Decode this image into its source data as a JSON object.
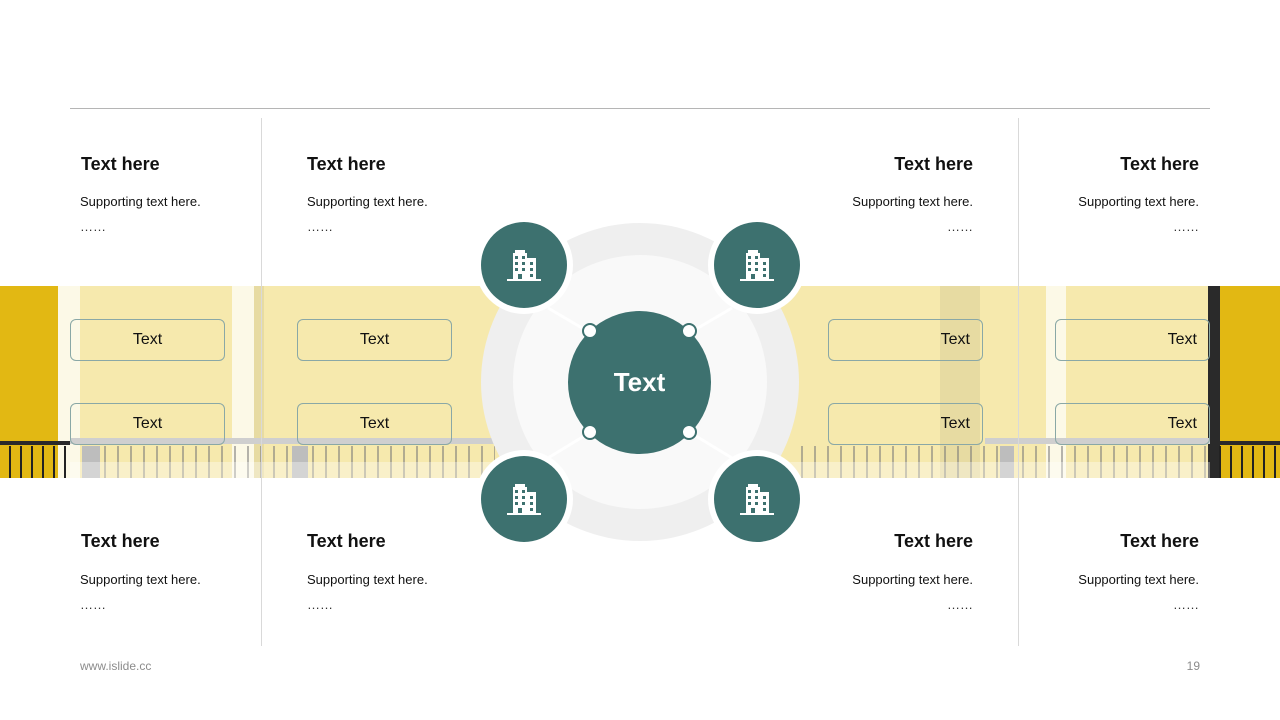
{
  "blocks": {
    "top": [
      {
        "title": "Text here",
        "support": "Supporting  text here.",
        "dots": "……"
      },
      {
        "title": "Text here",
        "support": "Supporting  text here.",
        "dots": "……"
      },
      {
        "title": "Text here",
        "support": "Supporting  text here.",
        "dots": "……"
      },
      {
        "title": "Text here",
        "support": "Supporting  text here.",
        "dots": "……"
      }
    ],
    "bottom": [
      {
        "title": "Text here",
        "support": "Supporting  text here.",
        "dots": "……"
      },
      {
        "title": "Text here",
        "support": "Supporting  text here.",
        "dots": "……"
      },
      {
        "title": "Text here",
        "support": "Supporting  text here.",
        "dots": "……"
      },
      {
        "title": "Text here",
        "support": "Supporting  text here.",
        "dots": "……"
      }
    ]
  },
  "pills": [
    "Text",
    "Text",
    "Text",
    "Text",
    "Text",
    "Text",
    "Text",
    "Text"
  ],
  "center": {
    "label": "Text"
  },
  "icons": {
    "node": "building-icon"
  },
  "footer": {
    "url": "www.islide.cc",
    "page": "19"
  },
  "colors": {
    "accent": "#3d716f",
    "band_yellow": "#f6e9ad",
    "ochre": "#e2b813"
  }
}
